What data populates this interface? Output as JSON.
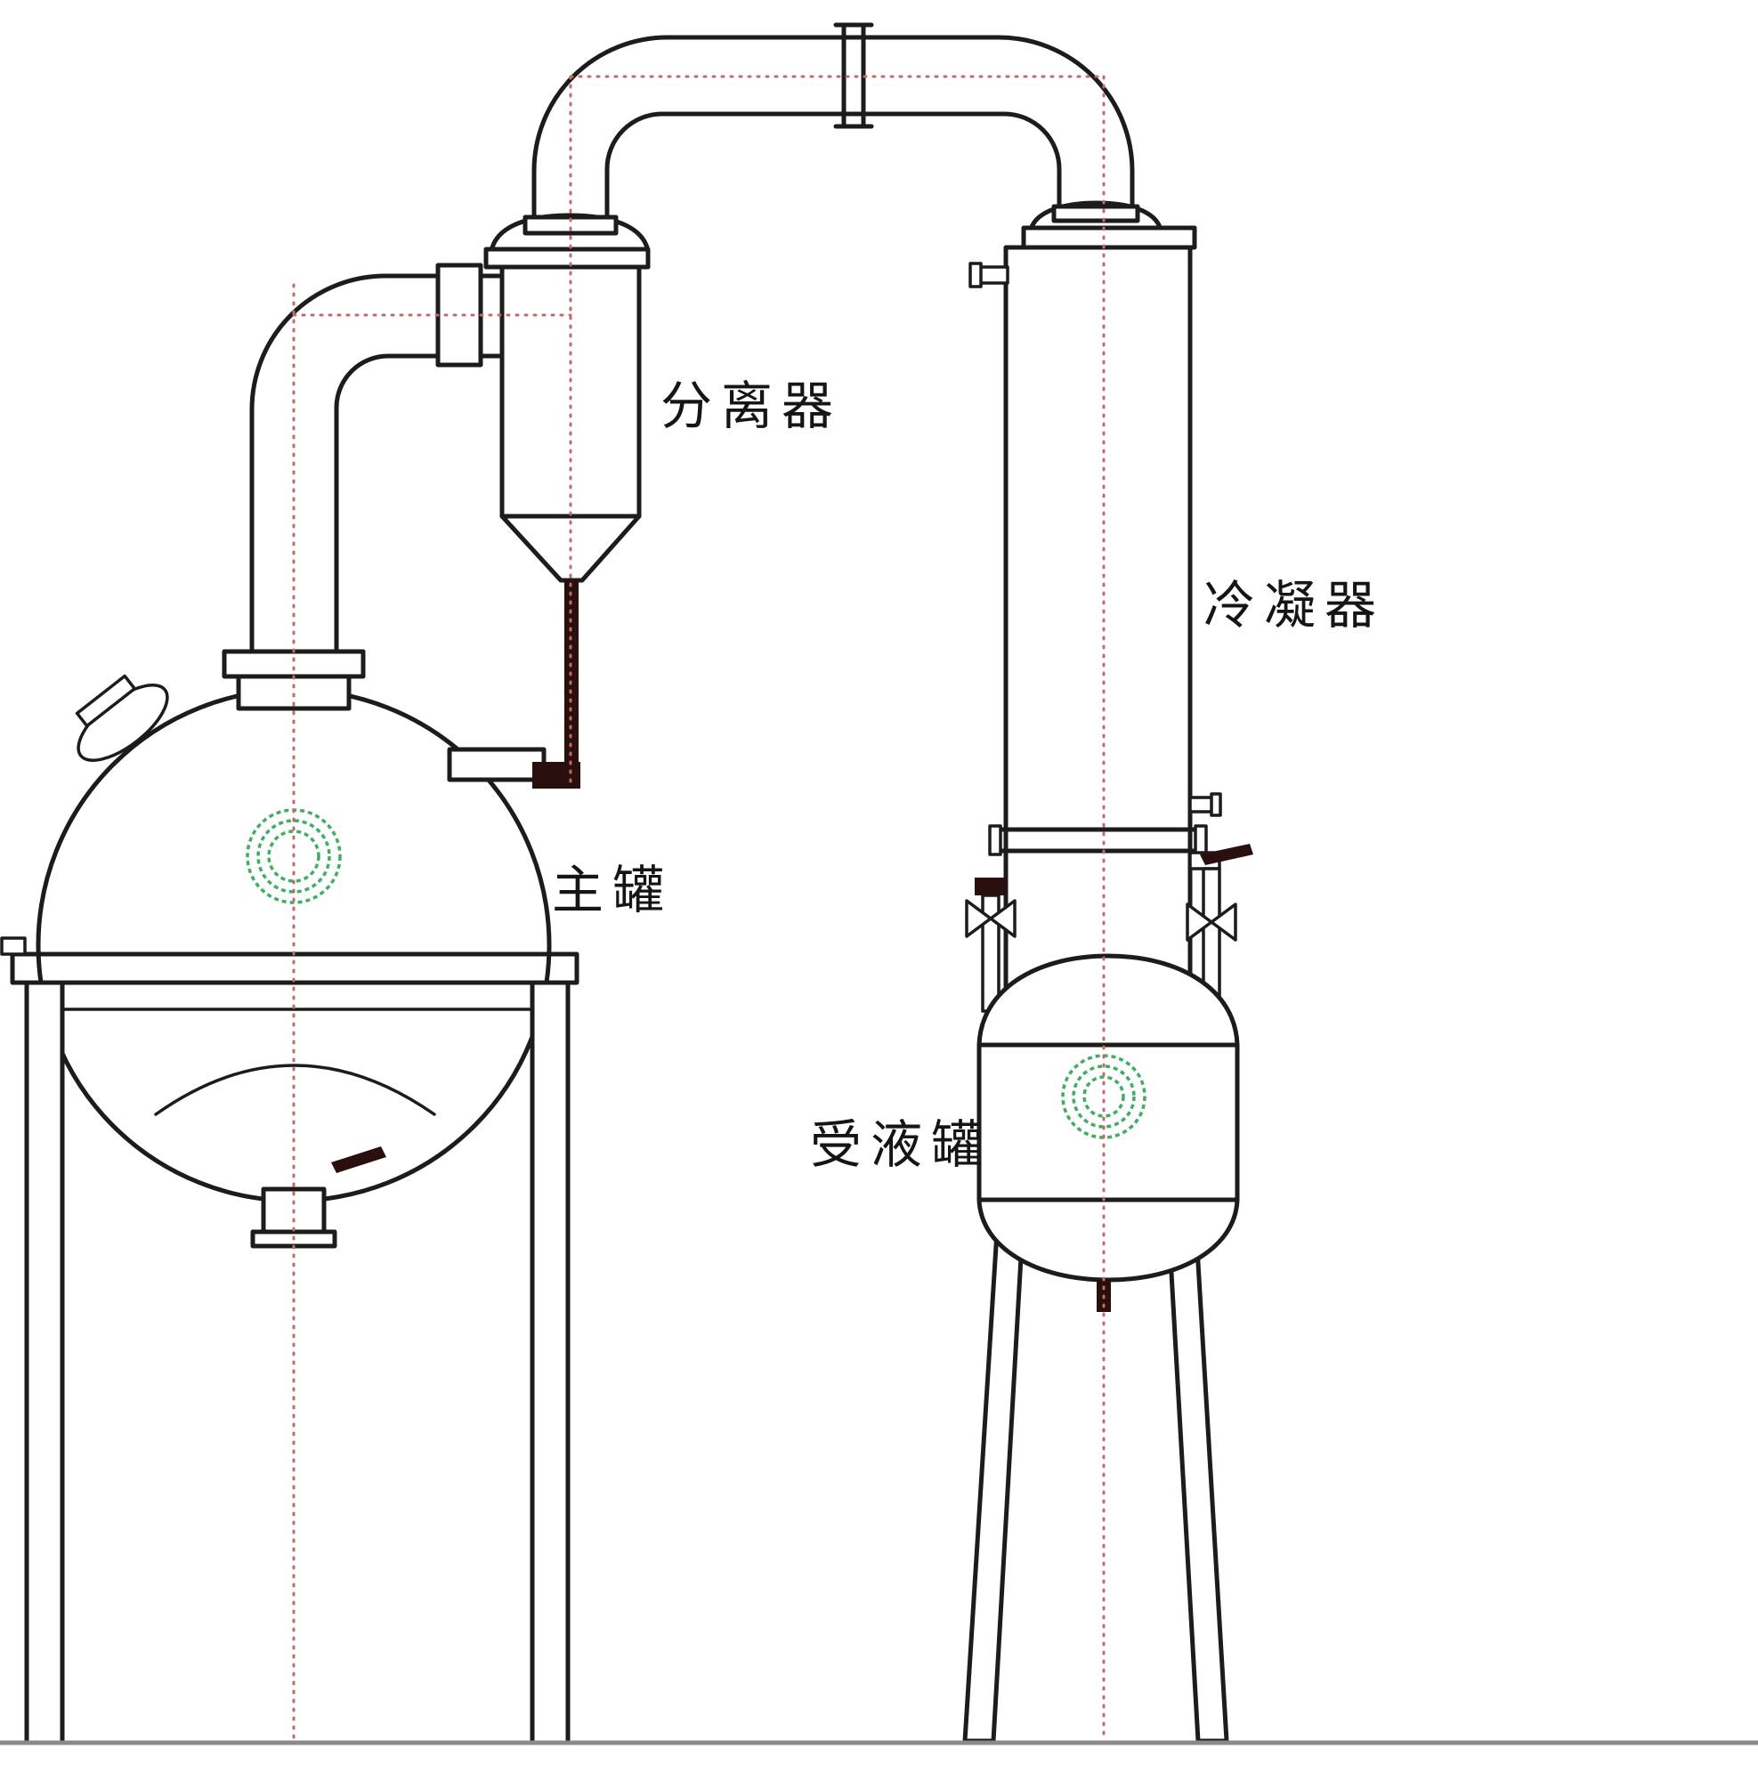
{
  "diagram": {
    "labels": {
      "separator": "分离器",
      "condenser": "冷凝器",
      "main_tank": "主罐",
      "receiver_tank": "受液罐"
    },
    "colors": {
      "line": "#1c1c1c",
      "centerline": "#c46a6a",
      "sight_glass": "#3fae63",
      "return_pipe": "#2a0f0f",
      "ground": "#8a8a8a",
      "background": "#ffffff"
    }
  }
}
